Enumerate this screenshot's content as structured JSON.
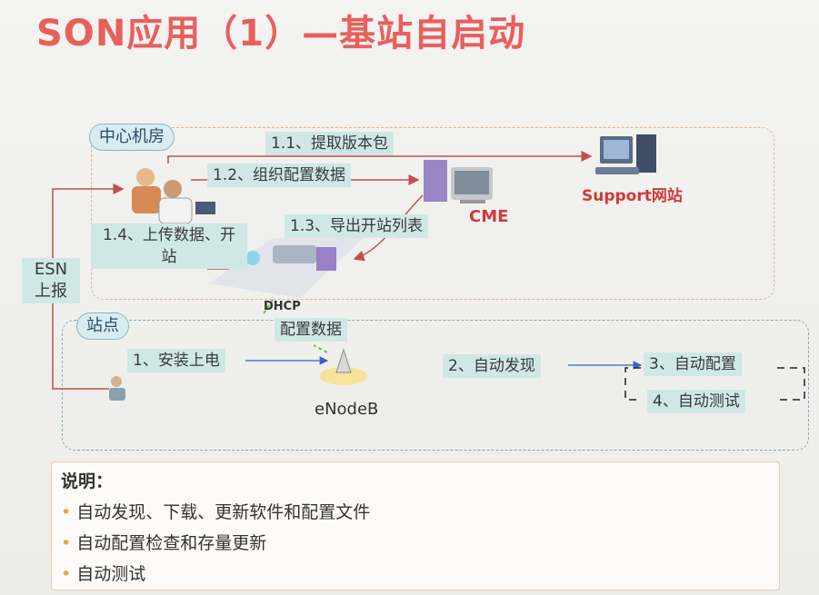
{
  "title": "SON应用（1）—基站自启动",
  "center_room": {
    "label": "中心机房",
    "step_1_1": "1.1、提取版本包",
    "step_1_2": "1.2、组织配置数据",
    "step_1_3": "1.3、导出开站列表",
    "step_1_4": "1.4、上传数据、开站",
    "support": "Support网站",
    "cme": "CME"
  },
  "esn": "ESN上报",
  "site": {
    "label": "站点",
    "step_1": "1、安装上电",
    "dhcp": "DHCP",
    "config": "配置数据",
    "enodeb": "eNodeB",
    "step_2": "2、自动发现",
    "step_3": "3、自动配置",
    "step_4": "4、自动测试"
  },
  "notes": {
    "title": "说明：",
    "items": [
      "自动发现、下载、更新软件和配置文件",
      "自动配置检查和存量更新",
      "自动测试"
    ]
  },
  "colors": {
    "title": "#e85f5c",
    "arrow": "#c0504d",
    "blue_arrow": "#3a5fd0"
  }
}
